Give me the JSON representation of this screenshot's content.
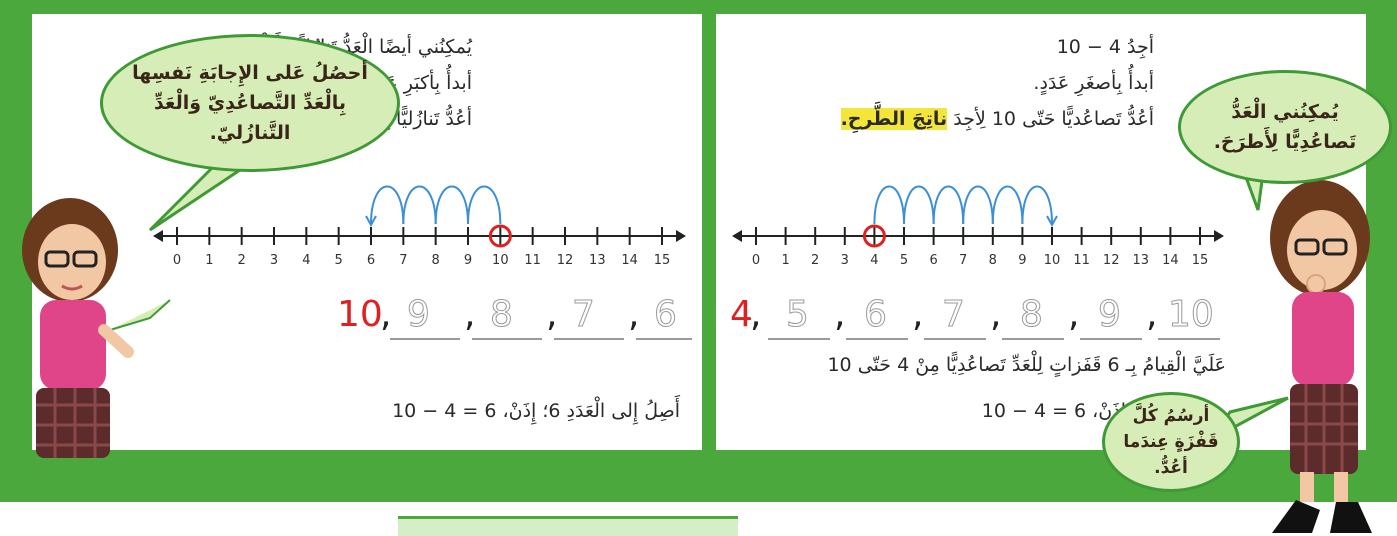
{
  "left_panel": {
    "line1": "يُمكِنُني أيضًا الْعَدُّ تَنازُليًّا لِأَطْرَحَ.",
    "line2": "أبدأُ بِأكبَرِ عَدَدٍ.",
    "line3": "أعُدُّ تَنازُليًّا بِمقدارِ 4 قَفَزاتٍ.",
    "bubble": "أحصُلُ عَلى الإِجابَةِ نَفسِها بِالْعَدِّ التَّصاعُدِيّ وَالْعَدِّ التَّنازُليّ.",
    "sequence_start": "10",
    "sequence": [
      "9",
      "8",
      "7",
      "6"
    ],
    "conclusion_text": "أَصِلُ إِلى الْعَدَدِ 6؛ إِذَنْ،",
    "conclusion_eq": "10 − 4 = 6",
    "number_line": {
      "min": 0,
      "max": 15,
      "circled": 10,
      "jumps_from": 10,
      "jumps_to": 6,
      "direction": "backward"
    }
  },
  "right_panel": {
    "line1_text": "أجِدُ",
    "line1_eq": "10 − 4",
    "line2": "أبدأُ بِأصغَرِ عَدَدٍ.",
    "line3_text": "أعُدُّ تَصاعُديًّا حَتّى 10 لِأجِدَ",
    "line3_highlight": "ناتِجَ الطَّرحِ.",
    "bubble": "يُمكِنُني الْعَدُّ تَصاعُدِيًّا لِأَطرَحَ.",
    "bubble2": "أرسُمُ كُلَّ قَفْزَةٍ عِندَما أعُدُّ.",
    "sequence_start": "4",
    "sequence": [
      "5",
      "6",
      "7",
      "8",
      "9",
      "10"
    ],
    "line4": "عَلَيَّ الْقِيامُ بِـ 6 قَفَزاتٍ لِلْعَدِّ تَصاعُدِيًّا مِنْ 4 حَتّى 10",
    "conclusion_text": "إِذَنْ،",
    "conclusion_eq": "10 − 4 = 6",
    "number_line": {
      "min": 0,
      "max": 15,
      "circled": 4,
      "jumps_from": 4,
      "jumps_to": 10,
      "direction": "forward"
    }
  },
  "ticks": [
    "0",
    "1",
    "2",
    "3",
    "4",
    "5",
    "6",
    "7",
    "8",
    "9",
    "10",
    "11",
    "12",
    "13",
    "14",
    "15"
  ],
  "colors": {
    "band": "#4aa83d",
    "bubble_fill": "#d6edb8",
    "bubble_border": "#3f9a35",
    "arc": "#3b8fd6",
    "circle": "#e02020",
    "highlight": "#f3e53a"
  }
}
